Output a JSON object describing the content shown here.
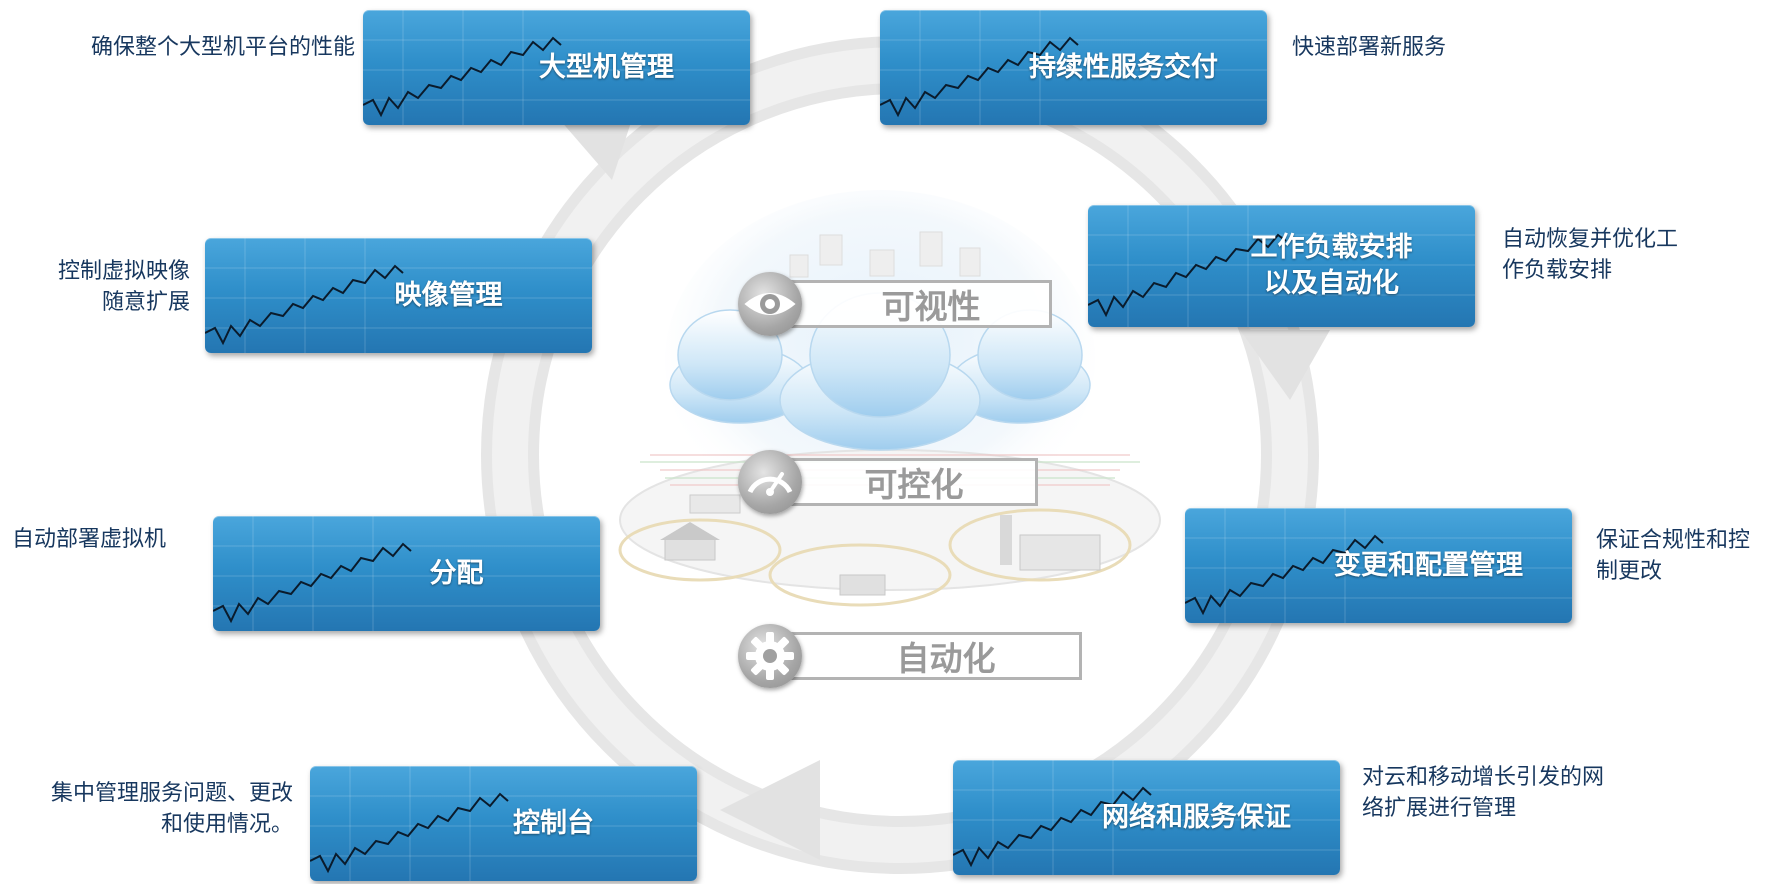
{
  "boxes": [
    {
      "id": "mainframe",
      "label": "大型机管理"
    },
    {
      "id": "continuous",
      "label": "持续性服务交付"
    },
    {
      "id": "image",
      "label": "映像管理"
    },
    {
      "id": "workload",
      "label": "工作负载安排\n以及自动化"
    },
    {
      "id": "provision",
      "label": "分配"
    },
    {
      "id": "change",
      "label": "变更和配置管理"
    },
    {
      "id": "console",
      "label": "控制台"
    },
    {
      "id": "network",
      "label": "网络和服务保证"
    }
  ],
  "descriptions": {
    "mainframe": "确保整个大型机平台的性能",
    "continuous": "快速部署新服务",
    "image": "控制虚拟映像\n随意扩展",
    "workload": "自动恢复并优化工\n作负载安排",
    "provision": "自动部署虚拟机",
    "change": "保证合规性和控\n制更改",
    "console": "集中管理服务问题、更改\n和使用情况。",
    "network": "对云和移动增长引发的网\n络扩展进行管理"
  },
  "center": {
    "visibility": "可视性",
    "control": "可控化",
    "automation": "自动化"
  },
  "colors": {
    "box_blue": "#2f8fca",
    "desc_text": "#17375e",
    "ring_gray": "#e3e3e3",
    "pill_text": "#9a9a9a"
  },
  "icons": {
    "visibility": "eye-icon",
    "control": "gauge-icon",
    "automation": "gear-icon"
  }
}
